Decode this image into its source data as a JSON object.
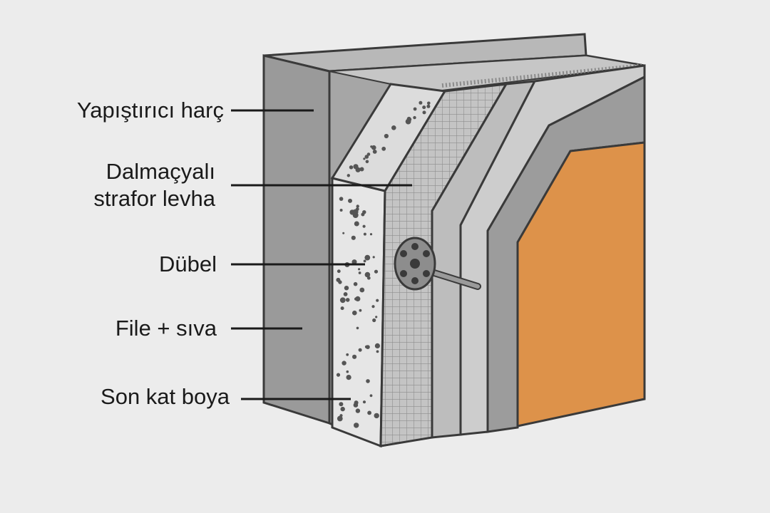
{
  "labels": {
    "adhesive_mortar": "Yapıştırıcı harç",
    "eps_board_line1": "Dalmaçyalı",
    "eps_board_line2": "strafor levha",
    "anchor": "Dübel",
    "mesh_plaster": "File + sıva",
    "topcoat_paint": "Son kat boya"
  },
  "colors": {
    "background": "#ececec",
    "wall": "#9c9c9c",
    "eps": "#e4e4e4",
    "mesh": "#bdbdbd",
    "plaster_light": "#c9c9c9",
    "plaster_mid": "#b3b3b3",
    "paint": "#dd924a",
    "outline": "#3a3a3a"
  }
}
